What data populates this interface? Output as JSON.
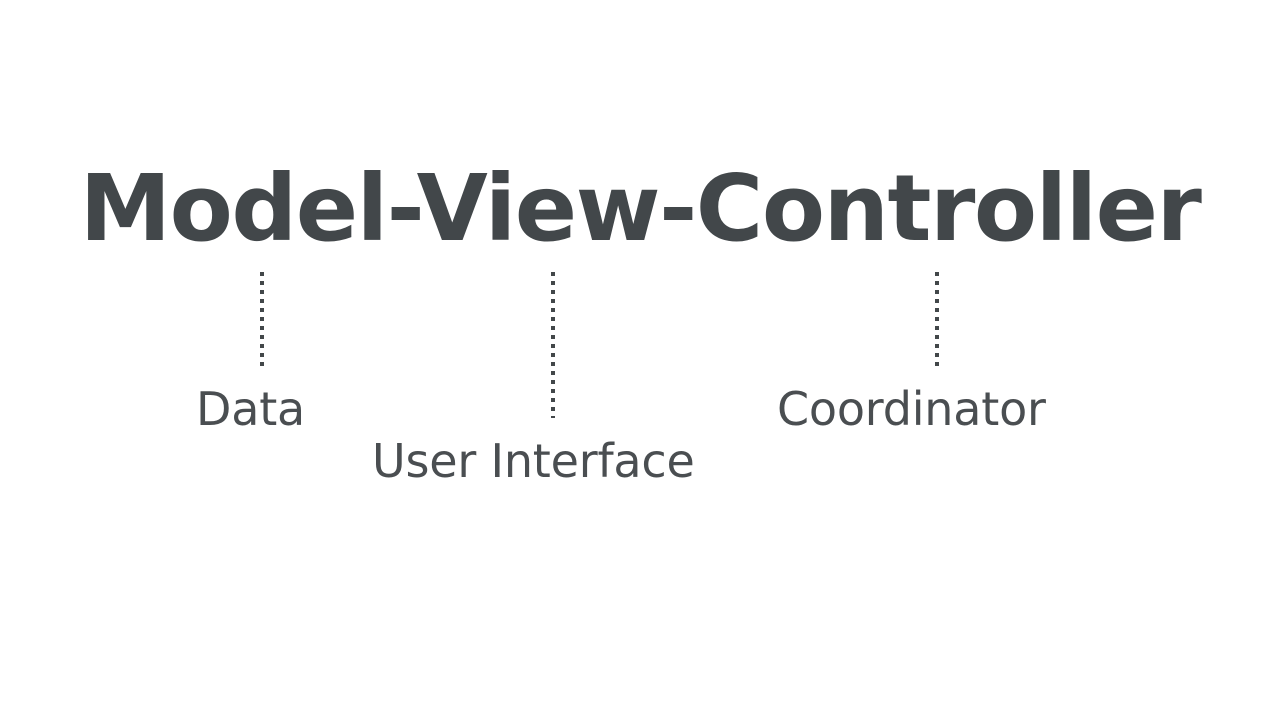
{
  "diagram": {
    "title": "Model-View-Controller",
    "background_color": "#ffffff",
    "title_color": "#42474a",
    "label_color": "#4a4e51",
    "connector_color": "#42474a",
    "nodes": [
      {
        "term": "Model",
        "label": "Data",
        "connector": "dotted-vertical-line"
      },
      {
        "term": "View",
        "label": "User Interface",
        "connector": "dotted-vertical-line"
      },
      {
        "term": "Controller",
        "label": "Coordinator",
        "connector": "dotted-vertical-line"
      }
    ]
  }
}
